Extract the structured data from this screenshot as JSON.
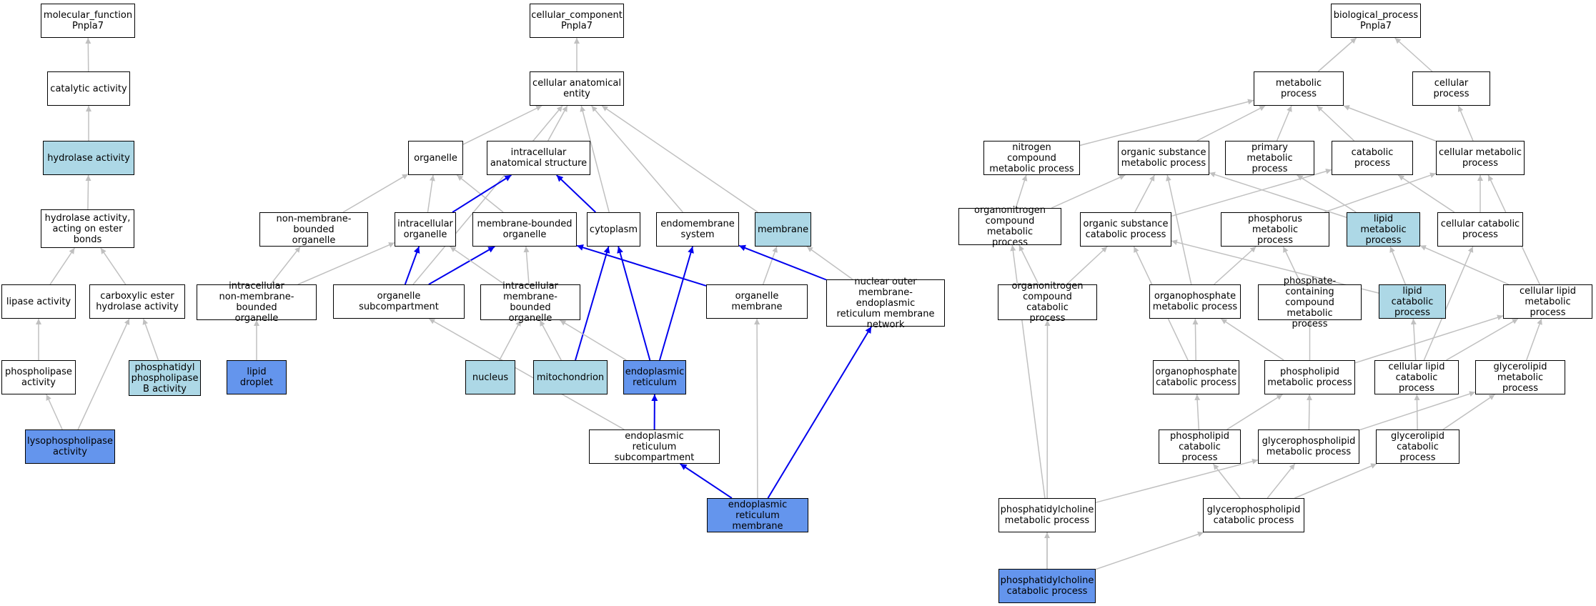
{
  "colors": {
    "light": "#add8e6",
    "dark": "#6495ed",
    "grey_edge": "#c0c0c0",
    "blue_edge": "#0000ee"
  },
  "nodes": {
    "mf_root": "molecular_function\nPnpla7",
    "catalytic": "catalytic activity",
    "hydrolase": "hydrolase activity",
    "hydrolase_ester": "hydrolase activity,\nacting on ester\nbonds",
    "lipase": "lipase activity",
    "carboxylic": "carboxylic ester\nhydrolase activity",
    "phospholipase": "phospholipase\nactivity",
    "pl_b": "phosphatidyl\nphospholipase\nB activity",
    "lysopl": "lysophospholipase\nactivity",
    "cc_root": "cellular_component\nPnpla7",
    "cae": "cellular anatomical\nentity",
    "organelle": "organelle",
    "ias": "intracellular\nanatomical structure",
    "nmbo": "non-membrane-bounded\norganelle",
    "io": "intracellular\norganelle",
    "mbo": "membrane-bounded\norganelle",
    "cytoplasm": "cytoplasm",
    "endomem": "endomembrane\nsystem",
    "membrane": "membrane",
    "inmbo": "intracellular\nnon-membrane-bounded\norganelle",
    "osub": "organelle subcompartment",
    "imbo": "intracellular\nmembrane-bounded\norganelle",
    "omem": "organelle membrane",
    "nucout": "nuclear outer\nmembrane-endoplasmic\nreticulum membrane\nnetwork",
    "lipdrop": "lipid droplet",
    "nucleus": "nucleus",
    "mito": "mitochondrion",
    "er": "endoplasmic\nreticulum",
    "ersub": "endoplasmic\nreticulum subcompartment",
    "ermem": "endoplasmic\nreticulum membrane",
    "bp_root": "biological_process\nPnpla7",
    "metab": "metabolic process",
    "cellproc": "cellular process",
    "ncmp": "nitrogen compound\nmetabolic process",
    "osmp": "organic substance\nmetabolic process",
    "pmp": "primary metabolic\nprocess",
    "catab": "catabolic process",
    "cmp": "cellular metabolic\nprocess",
    "oncmp": "organonitrogen\ncompound metabolic\nprocess",
    "oscp": "organic substance\ncatabolic process",
    "phosmp": "phosphorus metabolic\nprocess",
    "lmp": "lipid metabolic\nprocess",
    "ccp": "cellular catabolic\nprocess",
    "onccp": "organonitrogen\ncompound catabolic\nprocess",
    "opmp": "organophosphate\nmetabolic process",
    "pccmp": "phosphate-containing\ncompound metabolic\nprocess",
    "lcp": "lipid catabolic\nprocess",
    "clmp": "cellular lipid\nmetabolic process",
    "opcp": "organophosphate\ncatabolic process",
    "plmp": "phospholipid\nmetabolic process",
    "clcp": "cellular lipid\ncatabolic process",
    "glmp": "glycerolipid\nmetabolic process",
    "plcp": "phospholipid\ncatabolic process",
    "gplmp": "glycerophospholipid\nmetabolic process",
    "glcp": "glycerolipid\ncatabolic process",
    "pcmp": "phosphatidylcholine\nmetabolic process",
    "gplcp": "glycerophospholipid\ncatabolic process",
    "pccp": "phosphatidylcholine\ncatabolic process"
  },
  "edges": [
    [
      "catalytic",
      "mf_root",
      "grey"
    ],
    [
      "hydrolase",
      "catalytic",
      "grey"
    ],
    [
      "hydrolase_ester",
      "hydrolase",
      "grey"
    ],
    [
      "lipase",
      "hydrolase_ester",
      "grey"
    ],
    [
      "carboxylic",
      "hydrolase_ester",
      "grey"
    ],
    [
      "phospholipase",
      "lipase",
      "grey"
    ],
    [
      "pl_b",
      "carboxylic",
      "grey"
    ],
    [
      "lysopl",
      "phospholipase",
      "grey"
    ],
    [
      "lysopl",
      "carboxylic",
      "grey"
    ],
    [
      "cae",
      "cc_root",
      "grey"
    ],
    [
      "organelle",
      "cae",
      "grey"
    ],
    [
      "ias",
      "cae",
      "grey"
    ],
    [
      "cytoplasm",
      "cae",
      "grey"
    ],
    [
      "endomem",
      "cae",
      "grey"
    ],
    [
      "membrane",
      "cae",
      "grey"
    ],
    [
      "osub",
      "cae",
      "grey"
    ],
    [
      "nmbo",
      "organelle",
      "grey"
    ],
    [
      "io",
      "organelle",
      "grey"
    ],
    [
      "mbo",
      "organelle",
      "grey"
    ],
    [
      "io",
      "ias",
      "blue"
    ],
    [
      "cytoplasm",
      "ias",
      "blue"
    ],
    [
      "inmbo",
      "nmbo",
      "grey"
    ],
    [
      "inmbo",
      "io",
      "grey"
    ],
    [
      "osub",
      "io",
      "blue"
    ],
    [
      "osub",
      "mbo",
      "blue"
    ],
    [
      "imbo",
      "io",
      "grey"
    ],
    [
      "imbo",
      "mbo",
      "grey"
    ],
    [
      "omem",
      "mbo",
      "blue"
    ],
    [
      "omem",
      "membrane",
      "grey"
    ],
    [
      "nucout",
      "endomem",
      "blue"
    ],
    [
      "nucout",
      "membrane",
      "grey"
    ],
    [
      "lipdrop",
      "inmbo",
      "grey"
    ],
    [
      "nucleus",
      "imbo",
      "grey"
    ],
    [
      "mito",
      "imbo",
      "grey"
    ],
    [
      "mito",
      "cytoplasm",
      "blue"
    ],
    [
      "er",
      "imbo",
      "grey"
    ],
    [
      "er",
      "cytoplasm",
      "blue"
    ],
    [
      "er",
      "endomem",
      "blue"
    ],
    [
      "ersub",
      "osub",
      "grey"
    ],
    [
      "ersub",
      "er",
      "blue"
    ],
    [
      "ermem",
      "ersub",
      "blue"
    ],
    [
      "ermem",
      "omem",
      "grey"
    ],
    [
      "ermem",
      "nucout",
      "blue"
    ],
    [
      "metab",
      "bp_root",
      "grey"
    ],
    [
      "cellproc",
      "bp_root",
      "grey"
    ],
    [
      "ncmp",
      "metab",
      "grey"
    ],
    [
      "osmp",
      "metab",
      "grey"
    ],
    [
      "pmp",
      "metab",
      "grey"
    ],
    [
      "catab",
      "metab",
      "grey"
    ],
    [
      "cmp",
      "metab",
      "grey"
    ],
    [
      "cmp",
      "cellproc",
      "grey"
    ],
    [
      "oncmp",
      "ncmp",
      "grey"
    ],
    [
      "oncmp",
      "osmp",
      "grey"
    ],
    [
      "oscp",
      "osmp",
      "grey"
    ],
    [
      "oscp",
      "catab",
      "grey"
    ],
    [
      "phosmp",
      "cmp",
      "grey"
    ],
    [
      "lmp",
      "osmp",
      "grey"
    ],
    [
      "lmp",
      "pmp",
      "grey"
    ],
    [
      "ccp",
      "catab",
      "grey"
    ],
    [
      "ccp",
      "cmp",
      "grey"
    ],
    [
      "onccp",
      "oncmp",
      "grey"
    ],
    [
      "onccp",
      "oscp",
      "grey"
    ],
    [
      "opmp",
      "osmp",
      "grey"
    ],
    [
      "opmp",
      "phosmp",
      "grey"
    ],
    [
      "pccmp",
      "phosmp",
      "grey"
    ],
    [
      "lcp",
      "oscp",
      "grey"
    ],
    [
      "lcp",
      "lmp",
      "grey"
    ],
    [
      "clmp",
      "lmp",
      "grey"
    ],
    [
      "clmp",
      "cmp",
      "grey"
    ],
    [
      "opcp",
      "opmp",
      "grey"
    ],
    [
      "opcp",
      "oscp",
      "grey"
    ],
    [
      "plmp",
      "opmp",
      "grey"
    ],
    [
      "plmp",
      "pccmp",
      "grey"
    ],
    [
      "plmp",
      "clmp",
      "grey"
    ],
    [
      "clcp",
      "lcp",
      "grey"
    ],
    [
      "clcp",
      "clmp",
      "grey"
    ],
    [
      "clcp",
      "ccp",
      "grey"
    ],
    [
      "glmp",
      "clmp",
      "grey"
    ],
    [
      "plcp",
      "opcp",
      "grey"
    ],
    [
      "plcp",
      "plmp",
      "grey"
    ],
    [
      "gplmp",
      "plmp",
      "grey"
    ],
    [
      "gplmp",
      "glmp",
      "grey"
    ],
    [
      "glcp",
      "clcp",
      "grey"
    ],
    [
      "glcp",
      "glmp",
      "grey"
    ],
    [
      "pcmp",
      "gplmp",
      "grey"
    ],
    [
      "pcmp",
      "oncmp",
      "grey"
    ],
    [
      "gplcp",
      "plcp",
      "grey"
    ],
    [
      "gplcp",
      "gplmp",
      "grey"
    ],
    [
      "gplcp",
      "glcp",
      "grey"
    ],
    [
      "pccp",
      "pcmp",
      "grey"
    ],
    [
      "pccp",
      "gplcp",
      "grey"
    ],
    [
      "pccp",
      "onccp",
      "grey"
    ]
  ]
}
